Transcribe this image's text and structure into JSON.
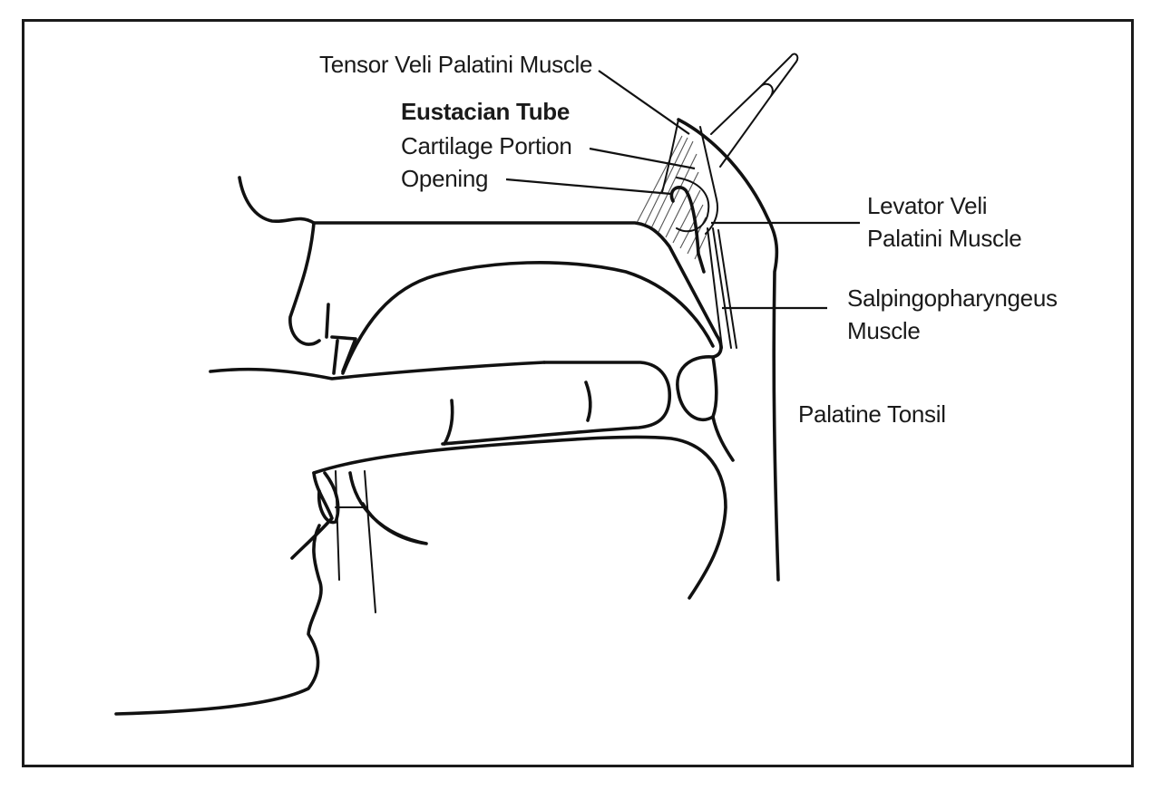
{
  "labels": {
    "tensor": "Tensor Veli Palatini Muscle",
    "eustachian_heading": "Eustacian Tube",
    "cartilage": "Cartilage Portion",
    "opening": "Opening",
    "levator_line1": "Levator Veli",
    "levator_line2": "Palatini Muscle",
    "salpingo_line1": "Salpingopharyngeus",
    "salpingo_line2": "Muscle",
    "tonsil": "Palatine Tonsil"
  },
  "colors": {
    "ink": "#111111",
    "background": "#ffffff",
    "hatch": "#555555"
  }
}
